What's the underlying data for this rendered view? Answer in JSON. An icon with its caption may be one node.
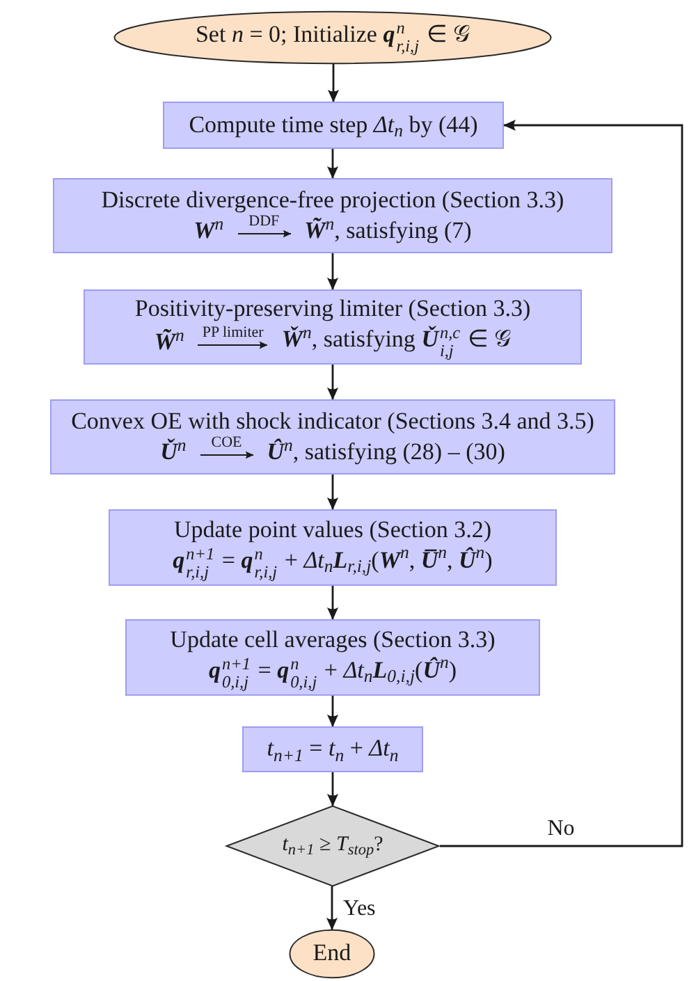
{
  "diagram": {
    "nodes": [
      {
        "text": [
          "Set *n* = 0; Initialize **q**$^{n}$$_{r,i,j}$ ∈ 𝒢"
        ]
      },
      {
        "text": [
          "Compute time step *Δt*$_{n}$ by (44)"
        ]
      },
      {
        "text": [
          "Discrete divergence-free projection (Section 3.3)",
          "**W**$^{n}$",
          "DDF",
          "**W̃**$^{n}$, satisfying (7)"
        ]
      },
      {
        "text": [
          "Positivity-preserving limiter (Section 3.3)",
          "**W̃**$^{n}$",
          "PP limiter",
          "**W̌**$^{n}$, satisfying **Ǔ**$^{n,c}$$_{i,j}$ ∈ 𝒢"
        ]
      },
      {
        "text": [
          "Convex OE with shock indicator (Sections 3.4 and 3.5)",
          "**Ǔ**$^{n}$",
          "COE",
          "**Û**$^{n}$, satisfying (28) – (30)"
        ]
      },
      {
        "text": [
          "Update point values (Section 3.2)",
          "**q**$^{n+1}$$_{r,i,j}$ = **q**$^{n}$$_{r,i,j}$ + *Δt*$_{n}$**L**$_{r,i,j}$(**W**$^{n}$, **U̅**$^{n}$, **Û**$^{n}$)"
        ]
      },
      {
        "text": [
          "Update cell averages (Section 3.3)",
          "**q**$^{n+1}$$_{0,i,j}$ = **q**$^{n}$$_{0,i,j}$ + *Δt*$_{n}$**L**$_{0,i,j}$(**Û**$^{n}$)"
        ]
      },
      {
        "text": [
          "*t*$_{n+1}$ = *t*$_{n}$ + *Δt*$_{n}$"
        ]
      },
      {
        "text": [
          "*t*$_{n+1}$ ≥ *T*$_{stop}$?"
        ]
      },
      {
        "text": [
          "End"
        ]
      }
    ],
    "edges": [
      {
        "from": 0,
        "to": 1,
        "arrow": "to"
      },
      {
        "from": 1,
        "to": 2,
        "arrow": "to"
      },
      {
        "from": 2,
        "to": 3,
        "arrow": "to"
      },
      {
        "from": 3,
        "to": 4,
        "arrow": "to"
      },
      {
        "from": 4,
        "to": 5,
        "arrow": "to"
      },
      {
        "from": 5,
        "to": 6,
        "arrow": "to"
      },
      {
        "from": 6,
        "to": 7,
        "arrow": "to"
      },
      {
        "from": 7,
        "to": 8,
        "arrow": "to"
      },
      {
        "from": 8,
        "to": 9,
        "arrow": "to",
        "label": "Yes"
      },
      {
        "from": 8,
        "to": 1,
        "arrow": "to",
        "label": "No"
      }
    ]
  }
}
